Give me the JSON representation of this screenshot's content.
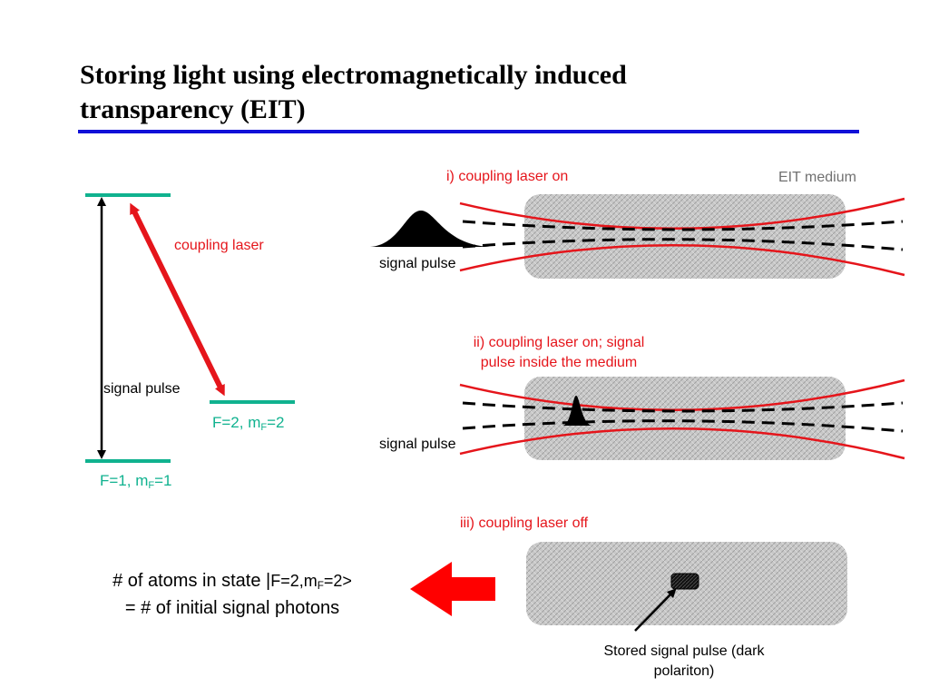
{
  "slide": {
    "title_line1": "Storing light using electromagnetically induced",
    "title_line2": "transparency (EIT)"
  },
  "level_diagram": {
    "coupling_label": "coupling laser",
    "signal_label": "signal pulse",
    "upper_state": {
      "prefix": "F=2, m",
      "sub": "F",
      "suffix": "=2"
    },
    "lower_state": {
      "prefix": "F=1, m",
      "sub": "F",
      "suffix": "=1"
    }
  },
  "panels": {
    "medium_label": "EIT medium",
    "panel1": {
      "caption": "i) coupling laser on",
      "signal_label": "signal pulse"
    },
    "panel2": {
      "caption_line1": "ii) coupling laser on; signal",
      "caption_line2": "pulse inside the medium",
      "signal_label": "signal pulse"
    },
    "panel3": {
      "caption": "iii) coupling laser off",
      "stored_line1": "Stored signal pulse (dark",
      "stored_line2": "polariton)"
    }
  },
  "conclusion": {
    "line1_prefix": "# of atoms in state |",
    "line1_state_prefix": "F=2,m",
    "line1_state_sub": "F",
    "line1_state_suffix": "=2>",
    "line2": "= # of initial signal photons"
  },
  "colors": {
    "laser_red": "#e5151b",
    "level_green": "#10b28f",
    "title_rule_blue": "#1010d8",
    "medium_gray": "#c8c8c8"
  }
}
